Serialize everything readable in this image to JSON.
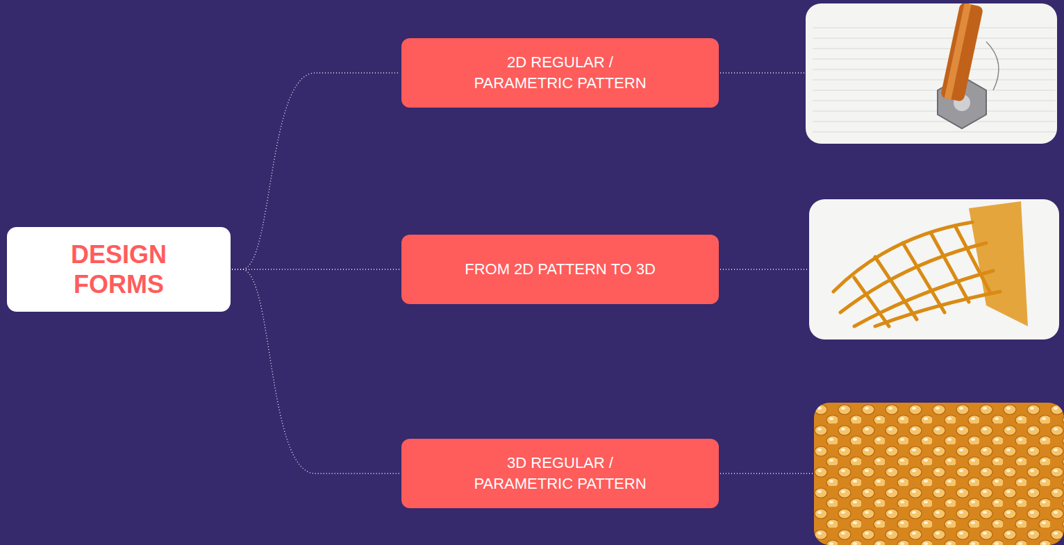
{
  "diagram": {
    "nodes": [
      {
        "text": [
          "DESIGN FORMS"
        ]
      },
      {
        "text": [
          "2D REGULAR / PARAMETRIC PATTERN"
        ]
      },
      {
        "text": [
          "FROM 2D PATTERN TO 3D"
        ]
      },
      {
        "text": [
          "3D REGULAR / PARAMETRIC PATTERN"
        ]
      }
    ],
    "edges": [
      {
        "from": 0,
        "to": 1,
        "arrow": "none"
      },
      {
        "from": 0,
        "to": 2,
        "arrow": "none"
      },
      {
        "from": 0,
        "to": 3,
        "arrow": "none"
      }
    ]
  }
}
